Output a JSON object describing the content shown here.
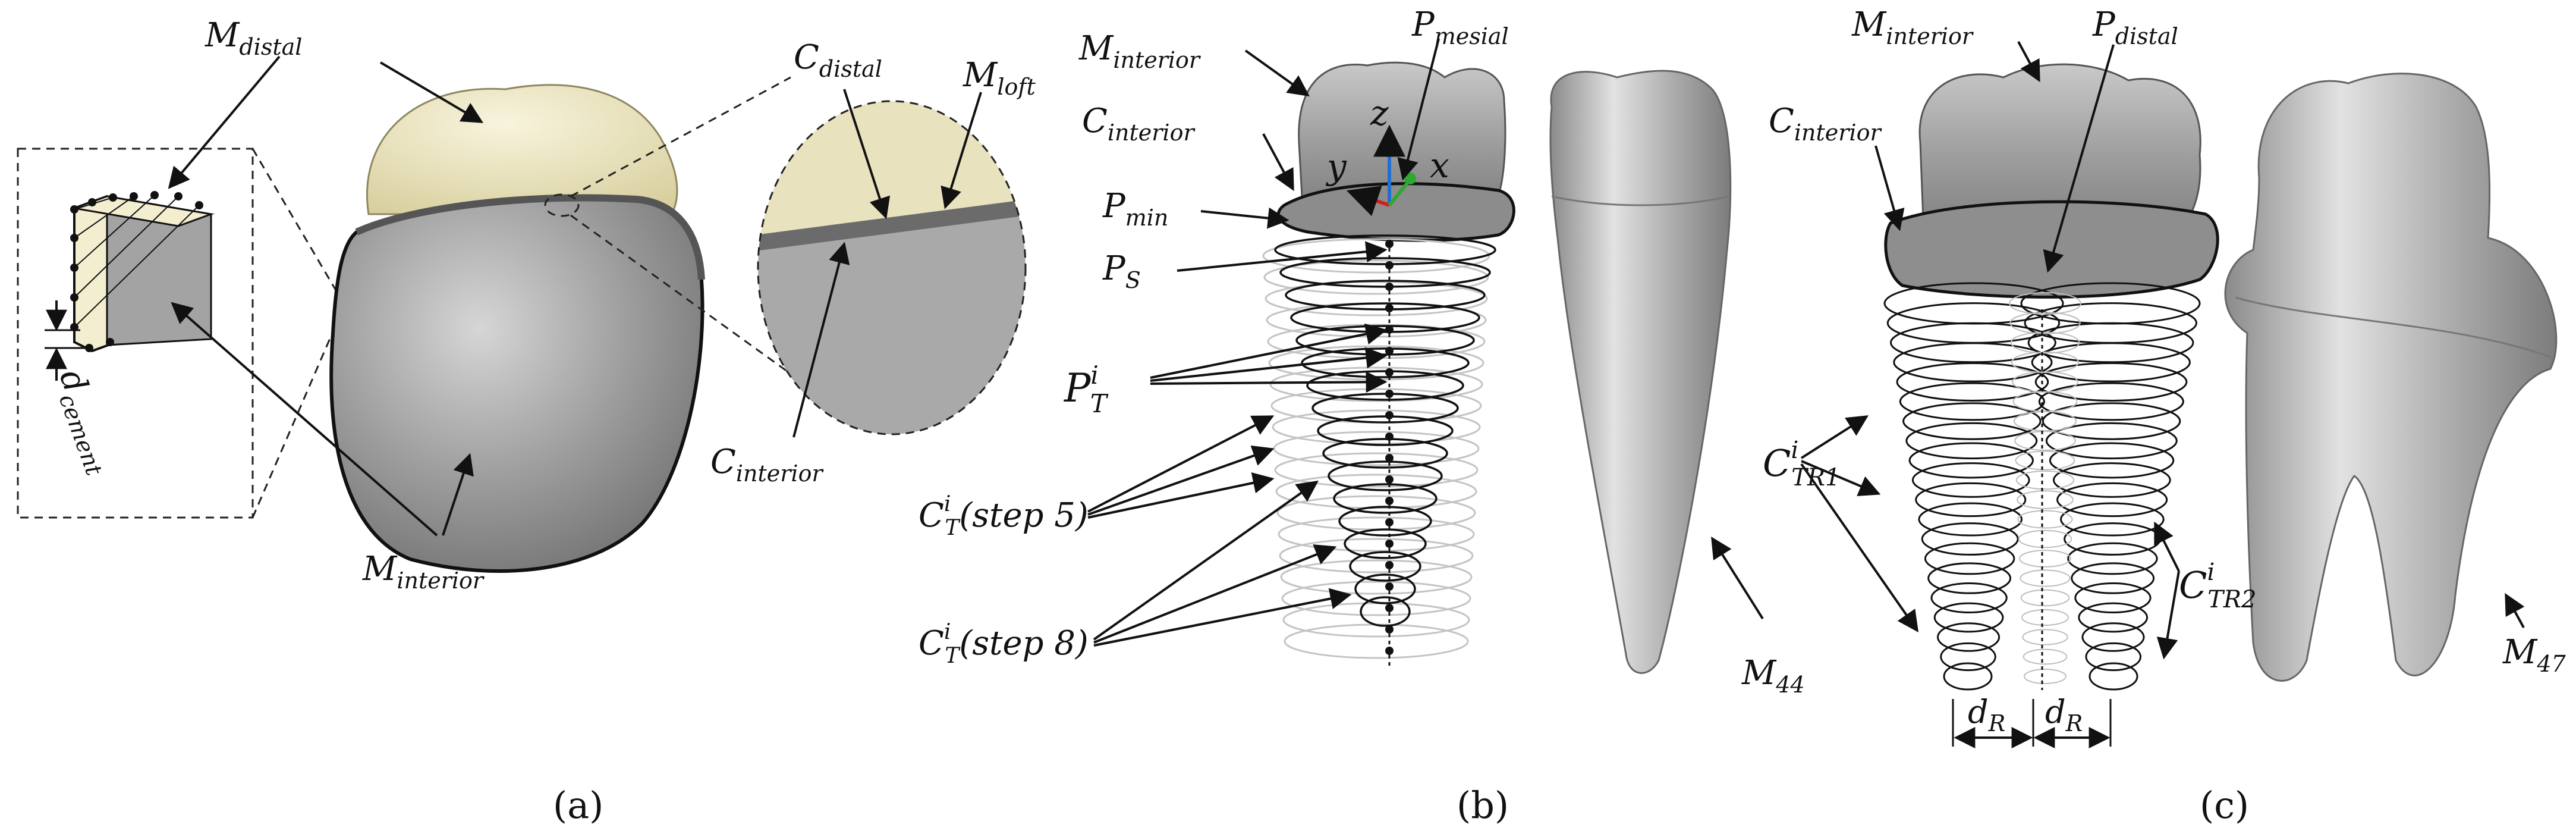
{
  "panels": {
    "a": {
      "caption": "(a)",
      "labels": {
        "m_distal": {
          "base": "M",
          "sub": "distal"
        },
        "m_interior": {
          "base": "M",
          "sub": "interior"
        },
        "c_distal": {
          "base": "C",
          "sub": "distal"
        },
        "m_loft": {
          "base": "M",
          "sub": "loft"
        },
        "c_interior": {
          "base": "C",
          "sub": "interior"
        },
        "d_cement": {
          "base": "d",
          "sub": "cement"
        }
      }
    },
    "b": {
      "caption": "(b)",
      "labels": {
        "m_interior": {
          "base": "M",
          "sub": "interior"
        },
        "p_mesial": {
          "base": "P",
          "sub": "mesial"
        },
        "c_interior": {
          "base": "C",
          "sub": "interior"
        },
        "p_min": {
          "base": "P",
          "sub": "min"
        },
        "p_s": {
          "base": "P",
          "sub": "S"
        },
        "p_t": {
          "base": "P",
          "sub": "T",
          "sup": "i"
        },
        "c_t_step5": {
          "base": "C",
          "sub": "T",
          "sup": "i",
          "suffix": "(step 5)"
        },
        "c_t_step8": {
          "base": "C",
          "sub": "T",
          "sup": "i",
          "suffix": "(step 8)"
        },
        "m_44": {
          "base": "M",
          "sub": "44"
        },
        "axis_z": "z",
        "axis_y": "y",
        "axis_x": "x"
      },
      "colors": {
        "axis_z": "#1f6fd1",
        "axis_y": "#d11f1f",
        "axis_x": "#2fa82f"
      }
    },
    "c": {
      "caption": "(c)",
      "labels": {
        "m_interior": {
          "base": "M",
          "sub": "interior"
        },
        "p_distal": {
          "base": "P",
          "sub": "distal"
        },
        "c_interior": {
          "base": "C",
          "sub": "interior"
        },
        "c_tr1": {
          "base": "C",
          "sub": "TR1",
          "sup": "i"
        },
        "c_tr2": {
          "base": "C",
          "sub": "TR2",
          "sup": "i"
        },
        "d_r_left": {
          "base": "d",
          "sub": "R"
        },
        "d_r_right": {
          "base": "d",
          "sub": "R"
        },
        "m_47": {
          "base": "M",
          "sub": "47"
        }
      }
    }
  },
  "colors": {
    "crown_cream": "#efe9c6",
    "surface_gray": "#9a9a9a",
    "ink": "#111111"
  }
}
